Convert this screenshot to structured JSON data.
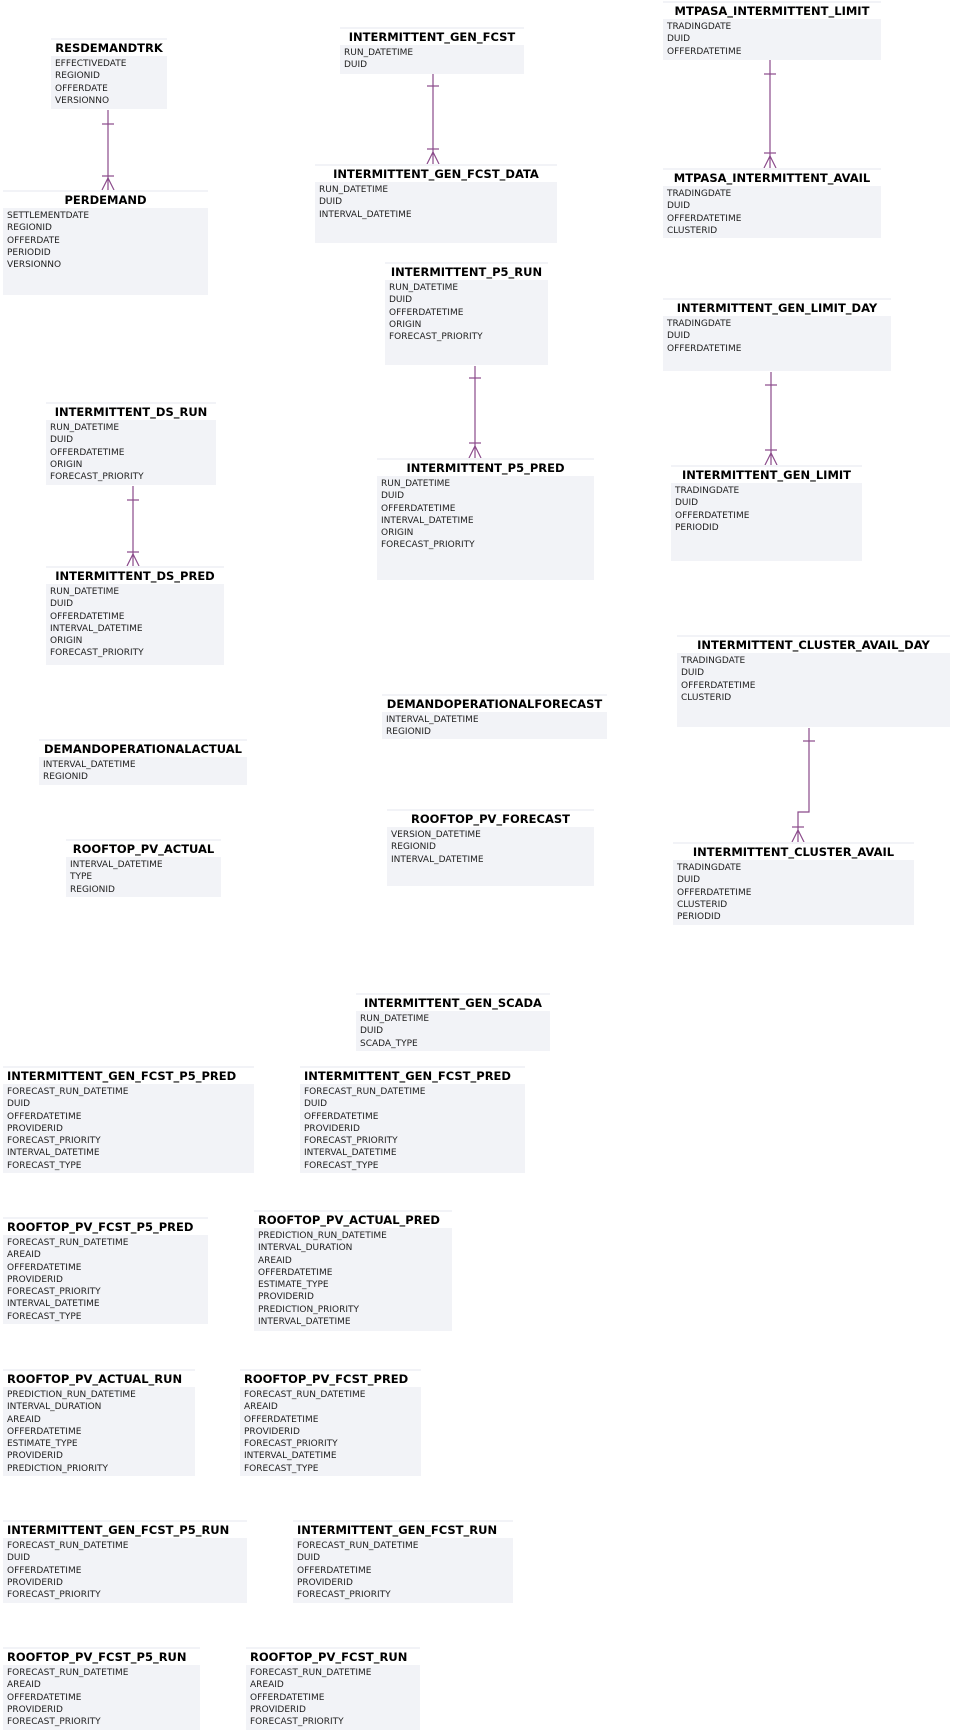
{
  "entities": [
    {
      "id": "resdemandtrk",
      "name": "RESDEMANDTRK",
      "attributes": [
        "EFFECTIVEDATE",
        "REGIONID",
        "OFFERDATE",
        "VERSIONNO"
      ]
    },
    {
      "id": "perdemand",
      "name": "PERDEMAND",
      "attributes": [
        "SETTLEMENTDATE",
        "REGIONID",
        "OFFERDATE",
        "PERIODID",
        "VERSIONNO"
      ]
    },
    {
      "id": "intermittent_gen_fcst",
      "name": "INTERMITTENT_GEN_FCST",
      "attributes": [
        "RUN_DATETIME",
        "DUID"
      ]
    },
    {
      "id": "intermittent_gen_fcst_data",
      "name": "INTERMITTENT_GEN_FCST_DATA",
      "attributes": [
        "RUN_DATETIME",
        "DUID",
        "INTERVAL_DATETIME"
      ]
    },
    {
      "id": "mtpasa_intermittent_limit",
      "name": "MTPASA_INTERMITTENT_LIMIT",
      "attributes": [
        "TRADINGDATE",
        "DUID",
        "OFFERDATETIME"
      ]
    },
    {
      "id": "mtpasa_intermittent_avail",
      "name": "MTPASA_INTERMITTENT_AVAIL",
      "attributes": [
        "TRADINGDATE",
        "DUID",
        "OFFERDATETIME",
        "CLUSTERID"
      ]
    },
    {
      "id": "intermittent_p5_run",
      "name": "INTERMITTENT_P5_RUN",
      "attributes": [
        "RUN_DATETIME",
        "DUID",
        "OFFERDATETIME",
        "ORIGIN",
        "FORECAST_PRIORITY"
      ]
    },
    {
      "id": "intermittent_gen_limit_day",
      "name": "INTERMITTENT_GEN_LIMIT_DAY",
      "attributes": [
        "TRADINGDATE",
        "DUID",
        "OFFERDATETIME"
      ]
    },
    {
      "id": "intermittent_ds_run",
      "name": "INTERMITTENT_DS_RUN",
      "attributes": [
        "RUN_DATETIME",
        "DUID",
        "OFFERDATETIME",
        "ORIGIN",
        "FORECAST_PRIORITY"
      ]
    },
    {
      "id": "intermittent_p5_pred",
      "name": "INTERMITTENT_P5_PRED",
      "attributes": [
        "RUN_DATETIME",
        "DUID",
        "OFFERDATETIME",
        "INTERVAL_DATETIME",
        "ORIGIN",
        "FORECAST_PRIORITY"
      ]
    },
    {
      "id": "intermittent_gen_limit",
      "name": "INTERMITTENT_GEN_LIMIT",
      "attributes": [
        "TRADINGDATE",
        "DUID",
        "OFFERDATETIME",
        "PERIODID"
      ]
    },
    {
      "id": "intermittent_ds_pred",
      "name": "INTERMITTENT_DS_PRED",
      "attributes": [
        "RUN_DATETIME",
        "DUID",
        "OFFERDATETIME",
        "INTERVAL_DATETIME",
        "ORIGIN",
        "FORECAST_PRIORITY"
      ]
    },
    {
      "id": "intermittent_cluster_avail_day",
      "name": "INTERMITTENT_CLUSTER_AVAIL_DAY",
      "attributes": [
        "TRADINGDATE",
        "DUID",
        "OFFERDATETIME",
        "CLUSTERID"
      ]
    },
    {
      "id": "demandoperationalforecast",
      "name": "DEMANDOPERATIONALFORECAST",
      "attributes": [
        "INTERVAL_DATETIME",
        "REGIONID"
      ]
    },
    {
      "id": "demandoperationalactual",
      "name": "DEMANDOPERATIONALACTUAL",
      "attributes": [
        "INTERVAL_DATETIME",
        "REGIONID"
      ]
    },
    {
      "id": "rooftop_pv_forecast",
      "name": "ROOFTOP_PV_FORECAST",
      "attributes": [
        "VERSION_DATETIME",
        "REGIONID",
        "INTERVAL_DATETIME"
      ]
    },
    {
      "id": "rooftop_pv_actual",
      "name": "ROOFTOP_PV_ACTUAL",
      "attributes": [
        "INTERVAL_DATETIME",
        "TYPE",
        "REGIONID"
      ]
    },
    {
      "id": "intermittent_cluster_avail",
      "name": "INTERMITTENT_CLUSTER_AVAIL",
      "attributes": [
        "TRADINGDATE",
        "DUID",
        "OFFERDATETIME",
        "CLUSTERID",
        "PERIODID"
      ]
    },
    {
      "id": "intermittent_gen_scada",
      "name": "INTERMITTENT_GEN_SCADA",
      "attributes": [
        "RUN_DATETIME",
        "DUID",
        "SCADA_TYPE"
      ]
    },
    {
      "id": "intermittent_gen_fcst_p5_pred",
      "name": "INTERMITTENT_GEN_FCST_P5_PRED",
      "attributes": [
        "FORECAST_RUN_DATETIME",
        "DUID",
        "OFFERDATETIME",
        "PROVIDERID",
        "FORECAST_PRIORITY",
        "INTERVAL_DATETIME",
        "FORECAST_TYPE"
      ]
    },
    {
      "id": "intermittent_gen_fcst_pred",
      "name": "INTERMITTENT_GEN_FCST_PRED",
      "attributes": [
        "FORECAST_RUN_DATETIME",
        "DUID",
        "OFFERDATETIME",
        "PROVIDERID",
        "FORECAST_PRIORITY",
        "INTERVAL_DATETIME",
        "FORECAST_TYPE"
      ]
    },
    {
      "id": "rooftop_pv_fcst_p5_pred",
      "name": "ROOFTOP_PV_FCST_P5_PRED",
      "attributes": [
        "FORECAST_RUN_DATETIME",
        "AREAID",
        "OFFERDATETIME",
        "PROVIDERID",
        "FORECAST_PRIORITY",
        "INTERVAL_DATETIME",
        "FORECAST_TYPE"
      ]
    },
    {
      "id": "rooftop_pv_actual_pred",
      "name": "ROOFTOP_PV_ACTUAL_PRED",
      "attributes": [
        "PREDICTION_RUN_DATETIME",
        "INTERVAL_DURATION",
        "AREAID",
        "OFFERDATETIME",
        "ESTIMATE_TYPE",
        "PROVIDERID",
        "PREDICTION_PRIORITY",
        "INTERVAL_DATETIME"
      ]
    },
    {
      "id": "rooftop_pv_actual_run",
      "name": "ROOFTOP_PV_ACTUAL_RUN",
      "attributes": [
        "PREDICTION_RUN_DATETIME",
        "INTERVAL_DURATION",
        "AREAID",
        "OFFERDATETIME",
        "ESTIMATE_TYPE",
        "PROVIDERID",
        "PREDICTION_PRIORITY"
      ]
    },
    {
      "id": "rooftop_pv_fcst_pred",
      "name": "ROOFTOP_PV_FCST_PRED",
      "attributes": [
        "FORECAST_RUN_DATETIME",
        "AREAID",
        "OFFERDATETIME",
        "PROVIDERID",
        "FORECAST_PRIORITY",
        "INTERVAL_DATETIME",
        "FORECAST_TYPE"
      ]
    },
    {
      "id": "intermittent_gen_fcst_p5_run",
      "name": "INTERMITTENT_GEN_FCST_P5_RUN",
      "attributes": [
        "FORECAST_RUN_DATETIME",
        "DUID",
        "OFFERDATETIME",
        "PROVIDERID",
        "FORECAST_PRIORITY"
      ]
    },
    {
      "id": "intermittent_gen_fcst_run",
      "name": "INTERMITTENT_GEN_FCST_RUN",
      "attributes": [
        "FORECAST_RUN_DATETIME",
        "DUID",
        "OFFERDATETIME",
        "PROVIDERID",
        "FORECAST_PRIORITY"
      ]
    },
    {
      "id": "rooftop_pv_fcst_p5_run",
      "name": "ROOFTOP_PV_FCST_P5_RUN",
      "attributes": [
        "FORECAST_RUN_DATETIME",
        "AREAID",
        "OFFERDATETIME",
        "PROVIDERID",
        "FORECAST_PRIORITY"
      ]
    },
    {
      "id": "rooftop_pv_fcst_run",
      "name": "ROOFTOP_PV_FCST_RUN",
      "attributes": [
        "FORECAST_RUN_DATETIME",
        "AREAID",
        "OFFERDATETIME",
        "PROVIDERID",
        "FORECAST_PRIORITY"
      ]
    }
  ],
  "relationships": [
    {
      "from": "resdemandtrk",
      "to": "perdemand",
      "cardinality": "one-to-many"
    },
    {
      "from": "intermittent_gen_fcst",
      "to": "intermittent_gen_fcst_data",
      "cardinality": "one-to-many"
    },
    {
      "from": "mtpasa_intermittent_limit",
      "to": "mtpasa_intermittent_avail",
      "cardinality": "one-to-many"
    },
    {
      "from": "intermittent_p5_run",
      "to": "intermittent_p5_pred",
      "cardinality": "one-to-many"
    },
    {
      "from": "intermittent_gen_limit_day",
      "to": "intermittent_gen_limit",
      "cardinality": "one-to-many"
    },
    {
      "from": "intermittent_ds_run",
      "to": "intermittent_ds_pred",
      "cardinality": "one-to-many"
    },
    {
      "from": "intermittent_cluster_avail_day",
      "to": "intermittent_cluster_avail",
      "cardinality": "one-to-many"
    }
  ],
  "colors": {
    "line": "#8a4a8a",
    "box": "#f2f3f7"
  }
}
